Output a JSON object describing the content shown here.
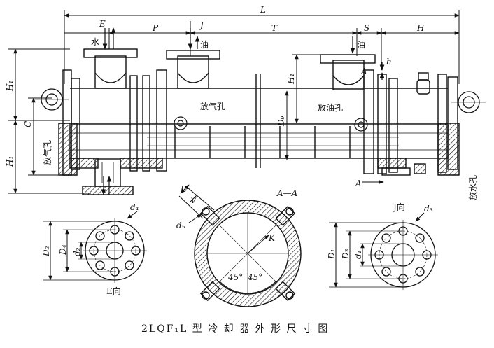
{
  "caption": "2LQF₁L 型 冷 却 器 外 形 尺 寸 图",
  "labels": {
    "L": "L",
    "E": "E",
    "P": "P",
    "J": "J",
    "T": "T",
    "S": "S",
    "H": "H",
    "water": "水",
    "oil_left": "油",
    "oil_right": "油",
    "h": "h",
    "A_marker": "A",
    "H1_left_top": "H₁",
    "C": "C",
    "H1_left_bottom": "H₁",
    "H1_mid": "H₁",
    "Dg": "D₉",
    "vent_mid": "放气孔",
    "vent_left": "放气孔",
    "oil_drain": "放油孔",
    "water_drain": "放水孔",
    "A_section_mark": "A",
    "AA": "A—A",
    "U": "U",
    "V": "V",
    "d5": "d₅",
    "K": "K",
    "angle1": "45°",
    "angle2": "45°",
    "D2": "D₂",
    "D4": "D₄",
    "d2": "d₂",
    "d4": "d₄",
    "E_view": "E向",
    "J_view": "J向",
    "d3": "d₃",
    "D1": "D₁",
    "D3": "D₃",
    "d1": "d₁"
  }
}
